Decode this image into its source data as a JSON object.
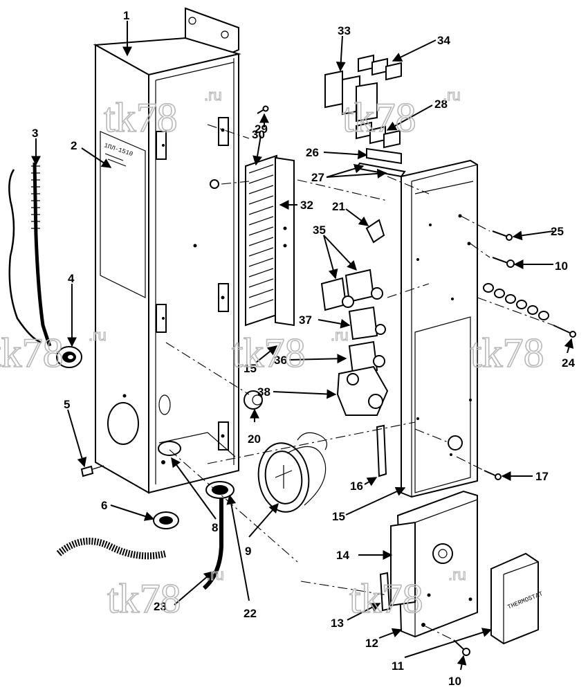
{
  "watermark": {
    "text": "tk78",
    "suffix": ".ru"
  },
  "plate_text": {
    "housing_plate": "1ПЛ-1510",
    "thermostat_label": "THERMOSTAT"
  },
  "callouts": [
    {
      "id": "c1",
      "text": "1"
    },
    {
      "id": "c2",
      "text": "2"
    },
    {
      "id": "c3",
      "text": "3"
    },
    {
      "id": "c4",
      "text": "4"
    },
    {
      "id": "c5",
      "text": "5"
    },
    {
      "id": "c6",
      "text": "6"
    },
    {
      "id": "c8",
      "text": "8"
    },
    {
      "id": "c9",
      "text": "9"
    },
    {
      "id": "c10a",
      "text": "10"
    },
    {
      "id": "c10b",
      "text": "10"
    },
    {
      "id": "c11",
      "text": "11"
    },
    {
      "id": "c12",
      "text": "12"
    },
    {
      "id": "c13",
      "text": "13"
    },
    {
      "id": "c14",
      "text": "14"
    },
    {
      "id": "c15a",
      "text": "15"
    },
    {
      "id": "c15b",
      "text": "15"
    },
    {
      "id": "c16",
      "text": "16"
    },
    {
      "id": "c17",
      "text": "17"
    },
    {
      "id": "c20",
      "text": "20"
    },
    {
      "id": "c21",
      "text": "21"
    },
    {
      "id": "c22",
      "text": "22"
    },
    {
      "id": "c23",
      "text": "23"
    },
    {
      "id": "c24",
      "text": "24"
    },
    {
      "id": "c25",
      "text": "25"
    },
    {
      "id": "c26",
      "text": "26"
    },
    {
      "id": "c27",
      "text": "27"
    },
    {
      "id": "c28",
      "text": "28"
    },
    {
      "id": "c29",
      "text": "29"
    },
    {
      "id": "c30",
      "text": "30"
    },
    {
      "id": "c32",
      "text": "32"
    },
    {
      "id": "c33",
      "text": "33"
    },
    {
      "id": "c34",
      "text": "34"
    },
    {
      "id": "c35",
      "text": "35"
    },
    {
      "id": "c36",
      "text": "36"
    },
    {
      "id": "c37",
      "text": "37"
    },
    {
      "id": "c38",
      "text": "38"
    }
  ]
}
